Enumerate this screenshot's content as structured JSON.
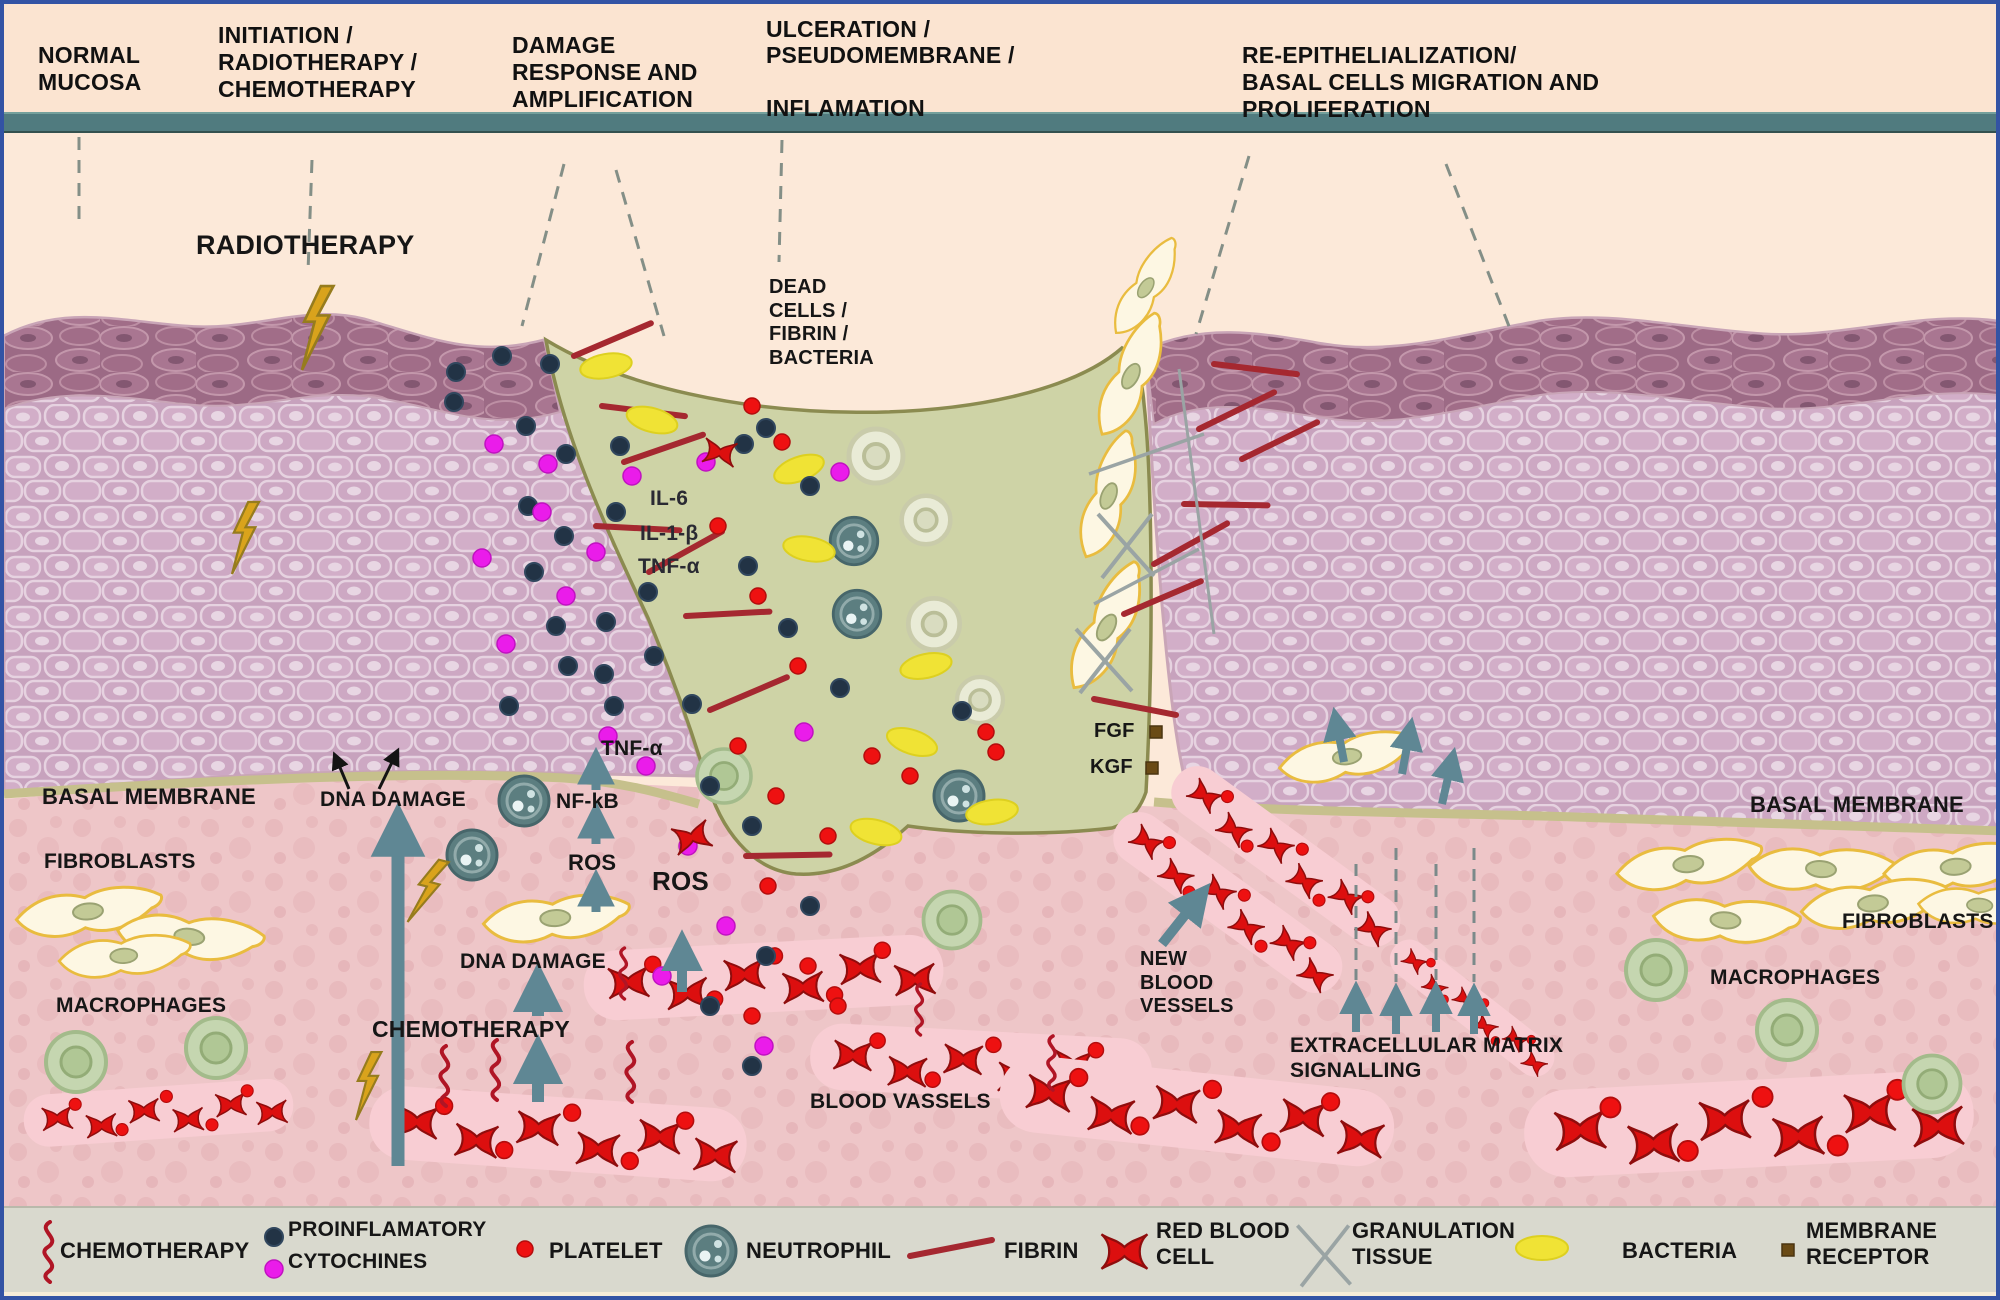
{
  "stages": {
    "s1": "NORMAL\nMUCOSA",
    "s2": "INITIATION /\nRADIOTHERAPY /\nCHEMOTHERAPY",
    "s3": "DAMAGE\nRESPONSE AND\nAMPLIFICATION",
    "s4": "ULCERATION /\nPSEUDOMEMBRANE /\n\nINFLAMATION",
    "s5": "RE-EPITHELIALIZATION/\nBASAL CELLS MIGRATION AND\nPROLIFERATION"
  },
  "annotations": {
    "radiotherapy": "RADIOTHERAPY",
    "dead_cells": "DEAD\nCELLS /\nFIBRIN /\nBACTERIA",
    "il6": "IL-6",
    "il1b": "IL-1-β",
    "tnfa_top": "TNF-α",
    "tnfa_cascade": "TNF-α",
    "nfkb": "NF-kB",
    "ros_left": "ROS",
    "ros_right": "ROS",
    "basal_membrane_left": "BASAL MEMBRANE",
    "basal_membrane_right": "BASAL MEMBRANE",
    "fibroblasts_left": "FIBROBLASTS",
    "fibroblasts_right": "FIBROBLASTS",
    "macrophages_left": "MACROPHAGES",
    "macrophages_right": "MACROPHAGES",
    "dna_damage_upper": "DNA DAMAGE",
    "dna_damage_lower": "DNA DAMAGE",
    "chemotherapy": "CHEMOTHERAPY",
    "fgf": "FGF",
    "kgf": "KGF",
    "new_blood_vessels": "NEW\nBLOOD\nVESSELS",
    "ecm": "EXTRACELLULAR MATRIX\nSIGNALLING",
    "blood_vassels": "BLOOD VASSELS"
  },
  "legend": {
    "chemotherapy": "CHEMOTHERAPY",
    "proinflamatory": "PROINFLAMATORY",
    "cytochines": "CYTOCHINES",
    "platelet": "PLATELET",
    "neutrophil": "NEUTROPHIL",
    "fibrin": "FIBRIN",
    "red_blood_cell": "RED BLOOD\nCELL",
    "granulation_tissue": "GRANULATION\nTISSUE",
    "bacteria": "BACTERIA",
    "membrane_receptor": "MEMBRANE\nRECEPTOR"
  },
  "colors": {
    "border_blue": "#3353a4",
    "divider_teal": "#507b7f",
    "sky_cream": "#fce9d9",
    "epithelium_light": "#c7a2bd",
    "epithelium_dark": "#9c6a85",
    "basal_membrane": "#c6c08c",
    "ulcer_green": "#ced3a6",
    "tissue_pink": "#eec6c8",
    "legend_bg": "#d9d9ce",
    "rbc_red": "#dc0f0f",
    "cytokine_navy": "#223345",
    "cytokine_magenta": "#ea1cea",
    "bacteria_yellow": "#f0e335",
    "arrow_teal": "#5f8794",
    "fibrin_red": "#a52830"
  }
}
